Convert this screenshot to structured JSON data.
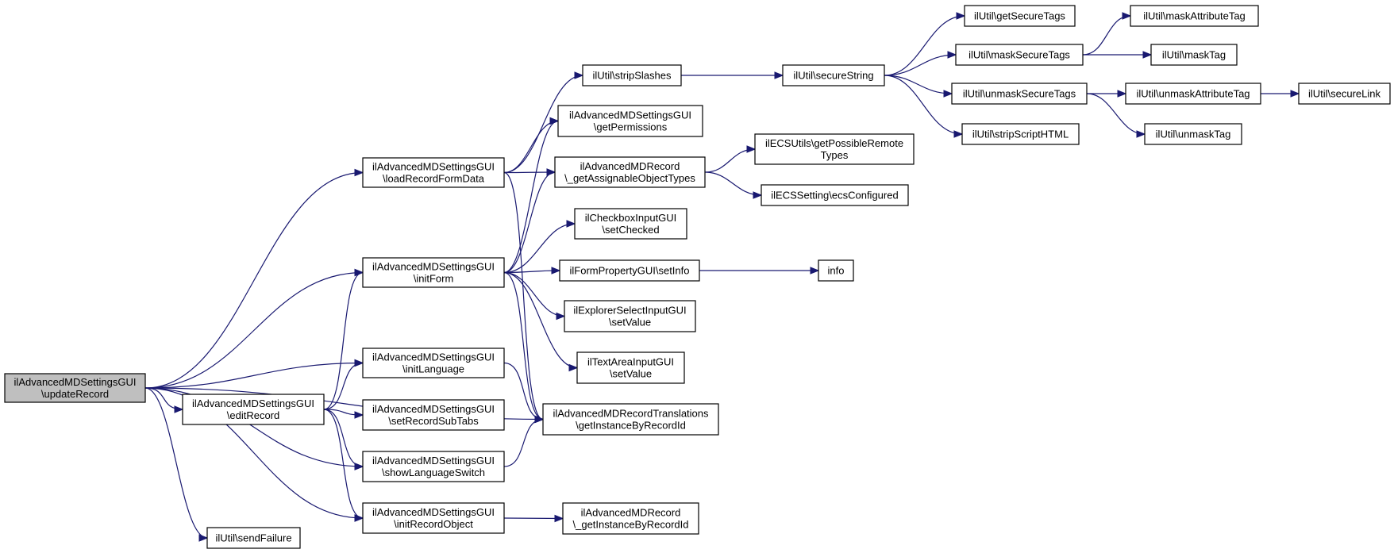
{
  "nodes": [
    {
      "id": "root",
      "lines": [
        "ilAdvancedMDSettingsGUI",
        "\\updateRecord"
      ],
      "root": true
    },
    {
      "id": "loadRecordFormData",
      "lines": [
        "ilAdvancedMDSettingsGUI",
        "\\loadRecordFormData"
      ]
    },
    {
      "id": "initForm",
      "lines": [
        "ilAdvancedMDSettingsGUI",
        "\\initForm"
      ]
    },
    {
      "id": "initLanguage",
      "lines": [
        "ilAdvancedMDSettingsGUI",
        "\\initLanguage"
      ]
    },
    {
      "id": "editRecord",
      "lines": [
        "ilAdvancedMDSettingsGUI",
        "\\editRecord"
      ]
    },
    {
      "id": "setRecordSubTabs",
      "lines": [
        "ilAdvancedMDSettingsGUI",
        "\\setRecordSubTabs"
      ]
    },
    {
      "id": "showLanguageSwitch",
      "lines": [
        "ilAdvancedMDSettingsGUI",
        "\\showLanguageSwitch"
      ]
    },
    {
      "id": "initRecordObject",
      "lines": [
        "ilAdvancedMDSettingsGUI",
        "\\initRecordObject"
      ]
    },
    {
      "id": "sendFailure",
      "lines": [
        "ilUtil\\sendFailure"
      ]
    },
    {
      "id": "stripSlashes",
      "lines": [
        "ilUtil\\stripSlashes"
      ]
    },
    {
      "id": "getPermissions",
      "lines": [
        "ilAdvancedMDSettingsGUI",
        "\\getPermissions"
      ]
    },
    {
      "id": "getAssignableObjectTypes",
      "lines": [
        "ilAdvancedMDRecord",
        "\\_getAssignableObjectTypes"
      ]
    },
    {
      "id": "setChecked",
      "lines": [
        "ilCheckboxInputGUI",
        "\\setChecked"
      ]
    },
    {
      "id": "setInfo",
      "lines": [
        "ilFormPropertyGUI\\setInfo"
      ]
    },
    {
      "id": "explorerSetValue",
      "lines": [
        "ilExplorerSelectInputGUI",
        "\\setValue"
      ]
    },
    {
      "id": "textAreaSetValue",
      "lines": [
        "ilTextAreaInputGUI",
        "\\setValue"
      ]
    },
    {
      "id": "getInstanceByRecordId",
      "lines": [
        "ilAdvancedMDRecordTranslations",
        "\\getInstanceByRecordId"
      ]
    },
    {
      "id": "recordGetInstanceByRecordId",
      "lines": [
        "ilAdvancedMDRecord",
        "\\_getInstanceByRecordId"
      ]
    },
    {
      "id": "secureString",
      "lines": [
        "ilUtil\\secureString"
      ]
    },
    {
      "id": "getPossibleRemoteTypes",
      "lines": [
        "ilECSUtils\\getPossibleRemote",
        "Types"
      ]
    },
    {
      "id": "ecsConfigured",
      "lines": [
        "ilECSSetting\\ecsConfigured"
      ]
    },
    {
      "id": "info",
      "lines": [
        "info"
      ]
    },
    {
      "id": "getSecureTags",
      "lines": [
        "ilUtil\\getSecureTags"
      ]
    },
    {
      "id": "maskSecureTags",
      "lines": [
        "ilUtil\\maskSecureTags"
      ]
    },
    {
      "id": "unmaskSecureTags",
      "lines": [
        "ilUtil\\unmaskSecureTags"
      ]
    },
    {
      "id": "stripScriptHTML",
      "lines": [
        "ilUtil\\stripScriptHTML"
      ]
    },
    {
      "id": "maskAttributeTag",
      "lines": [
        "ilUtil\\maskAttributeTag"
      ]
    },
    {
      "id": "maskTag",
      "lines": [
        "ilUtil\\maskTag"
      ]
    },
    {
      "id": "unmaskAttributeTag",
      "lines": [
        "ilUtil\\unmaskAttributeTag"
      ]
    },
    {
      "id": "unmaskTag",
      "lines": [
        "ilUtil\\unmaskTag"
      ]
    },
    {
      "id": "secureLink",
      "lines": [
        "ilUtil\\secureLink"
      ]
    }
  ],
  "edges": [
    [
      "root",
      "loadRecordFormData"
    ],
    [
      "root",
      "initForm"
    ],
    [
      "root",
      "getInstanceByRecordId"
    ],
    [
      "root",
      "initLanguage"
    ],
    [
      "root",
      "editRecord"
    ],
    [
      "root",
      "showLanguageSwitch"
    ],
    [
      "root",
      "initRecordObject"
    ],
    [
      "root",
      "sendFailure"
    ],
    [
      "loadRecordFormData",
      "stripSlashes"
    ],
    [
      "loadRecordFormData",
      "getPermissions"
    ],
    [
      "loadRecordFormData",
      "getAssignableObjectTypes"
    ],
    [
      "loadRecordFormData",
      "getInstanceByRecordId"
    ],
    [
      "initForm",
      "getPermissions"
    ],
    [
      "initForm",
      "getAssignableObjectTypes"
    ],
    [
      "initForm",
      "setChecked"
    ],
    [
      "initForm",
      "setInfo"
    ],
    [
      "initForm",
      "explorerSetValue"
    ],
    [
      "initForm",
      "textAreaSetValue"
    ],
    [
      "initForm",
      "getInstanceByRecordId"
    ],
    [
      "initLanguage",
      "getInstanceByRecordId"
    ],
    [
      "editRecord",
      "initForm"
    ],
    [
      "editRecord",
      "initLanguage"
    ],
    [
      "editRecord",
      "setRecordSubTabs"
    ],
    [
      "editRecord",
      "showLanguageSwitch"
    ],
    [
      "editRecord",
      "initRecordObject"
    ],
    [
      "showLanguageSwitch",
      "getInstanceByRecordId"
    ],
    [
      "initRecordObject",
      "recordGetInstanceByRecordId"
    ],
    [
      "stripSlashes",
      "secureString"
    ],
    [
      "getAssignableObjectTypes",
      "getPossibleRemoteTypes"
    ],
    [
      "getAssignableObjectTypes",
      "ecsConfigured"
    ],
    [
      "setInfo",
      "info"
    ],
    [
      "secureString",
      "getSecureTags"
    ],
    [
      "secureString",
      "maskSecureTags"
    ],
    [
      "secureString",
      "unmaskSecureTags"
    ],
    [
      "secureString",
      "stripScriptHTML"
    ],
    [
      "maskSecureTags",
      "maskAttributeTag"
    ],
    [
      "maskSecureTags",
      "maskTag"
    ],
    [
      "unmaskSecureTags",
      "unmaskAttributeTag"
    ],
    [
      "unmaskSecureTags",
      "unmaskTag"
    ],
    [
      "unmaskAttributeTag",
      "secureLink"
    ]
  ]
}
